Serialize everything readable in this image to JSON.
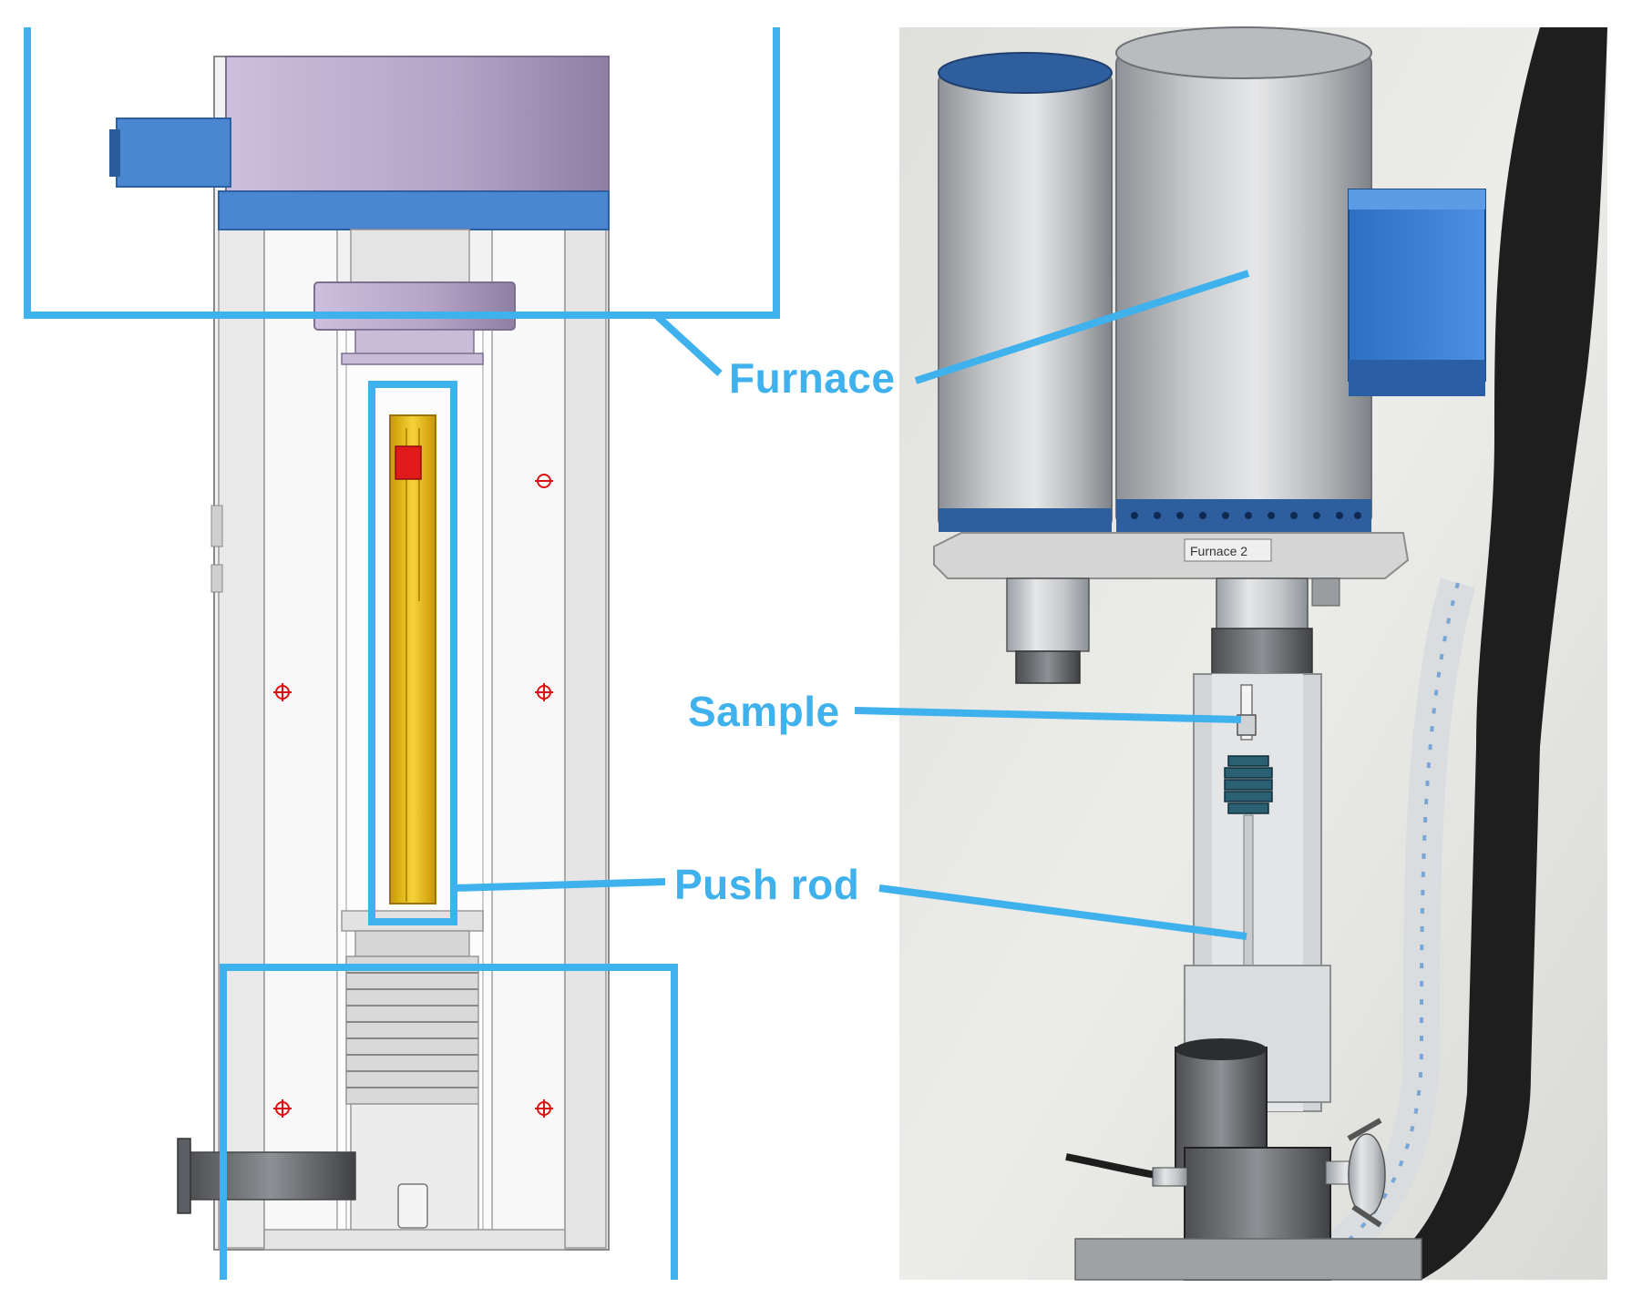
{
  "colors": {
    "callout": "#3fb1ec",
    "housing_lavender": "#b7a6c9",
    "housing_blue": "#4a86d1",
    "aluminium": "#dcdcdc",
    "sample_holder_gold": "#f1c40f",
    "sample_red": "#e01a1a",
    "photo_wall": "#e8e8e6"
  },
  "labels": {
    "furnace": "Furnace",
    "sample": "Sample",
    "push_rod": "Push rod"
  },
  "photo_panel": {
    "furnace_plate_text": "Furnace 2"
  },
  "icons": {
    "screw": "red-cross-screw-icon",
    "valve": "valve-handle-icon"
  }
}
